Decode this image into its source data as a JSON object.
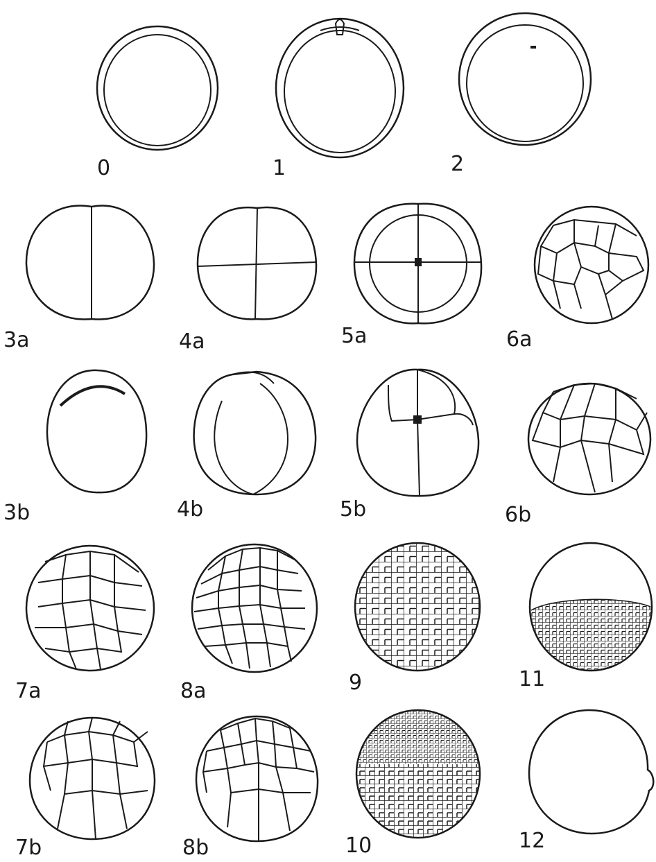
{
  "figure": {
    "ink": "#1a1a1a",
    "stages": [
      {
        "id": "s0",
        "label": "0"
      },
      {
        "id": "s1",
        "label": "1"
      },
      {
        "id": "s2",
        "label": "2"
      },
      {
        "id": "s3a",
        "label": "3a"
      },
      {
        "id": "s4a",
        "label": "4a"
      },
      {
        "id": "s5a",
        "label": "5a"
      },
      {
        "id": "s6a",
        "label": "6a"
      },
      {
        "id": "s3b",
        "label": "3b"
      },
      {
        "id": "s4b",
        "label": "4b"
      },
      {
        "id": "s5b",
        "label": "5b"
      },
      {
        "id": "s6b",
        "label": "6b"
      },
      {
        "id": "s7a",
        "label": "7a"
      },
      {
        "id": "s8a",
        "label": "8a"
      },
      {
        "id": "s9",
        "label": "9"
      },
      {
        "id": "s11",
        "label": "11"
      },
      {
        "id": "s7b",
        "label": "7b"
      },
      {
        "id": "s8b",
        "label": "8b"
      },
      {
        "id": "s10",
        "label": "10"
      },
      {
        "id": "s12",
        "label": "12"
      }
    ]
  }
}
